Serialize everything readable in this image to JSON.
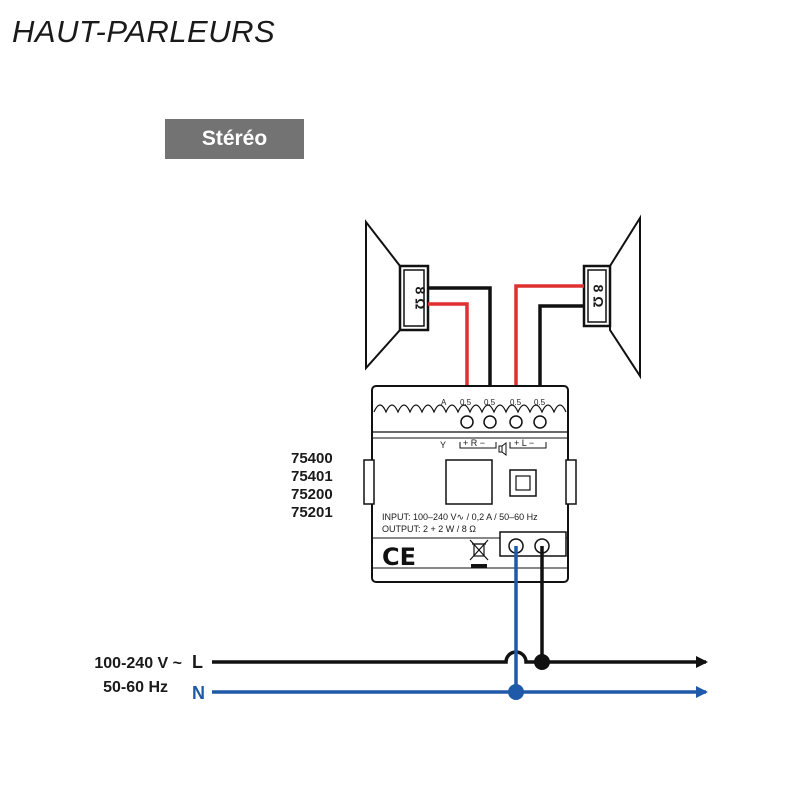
{
  "header": {
    "title": "HAUT-PARLEURS",
    "mode": "Stéréo"
  },
  "speakers": {
    "left_impedance": "8 Ω",
    "right_impedance": "8 Ω"
  },
  "module": {
    "references": [
      "75400",
      "75401",
      "75200",
      "75201"
    ],
    "terminals_top": [
      "A",
      "0.5",
      "0.5",
      "0.5",
      "0.5"
    ],
    "channel_y": "Y",
    "channel_r": "+ R −",
    "channel_l": "+ L −",
    "input_spec": "INPUT: 100–240 V∿ / 0,2 A / 50–60 Hz",
    "output_spec": "OUTPUT: 2 + 2 W / 8 Ω",
    "ce_mark": "CE"
  },
  "supply": {
    "voltage": "100-240 V ~",
    "frequency": "50-60 Hz",
    "line_label": "L",
    "neutral_label": "N"
  },
  "colors": {
    "wire_red": "#e03131",
    "wire_black": "#111111",
    "wire_blue": "#1f5aa8",
    "badge_bg": "#737373"
  }
}
